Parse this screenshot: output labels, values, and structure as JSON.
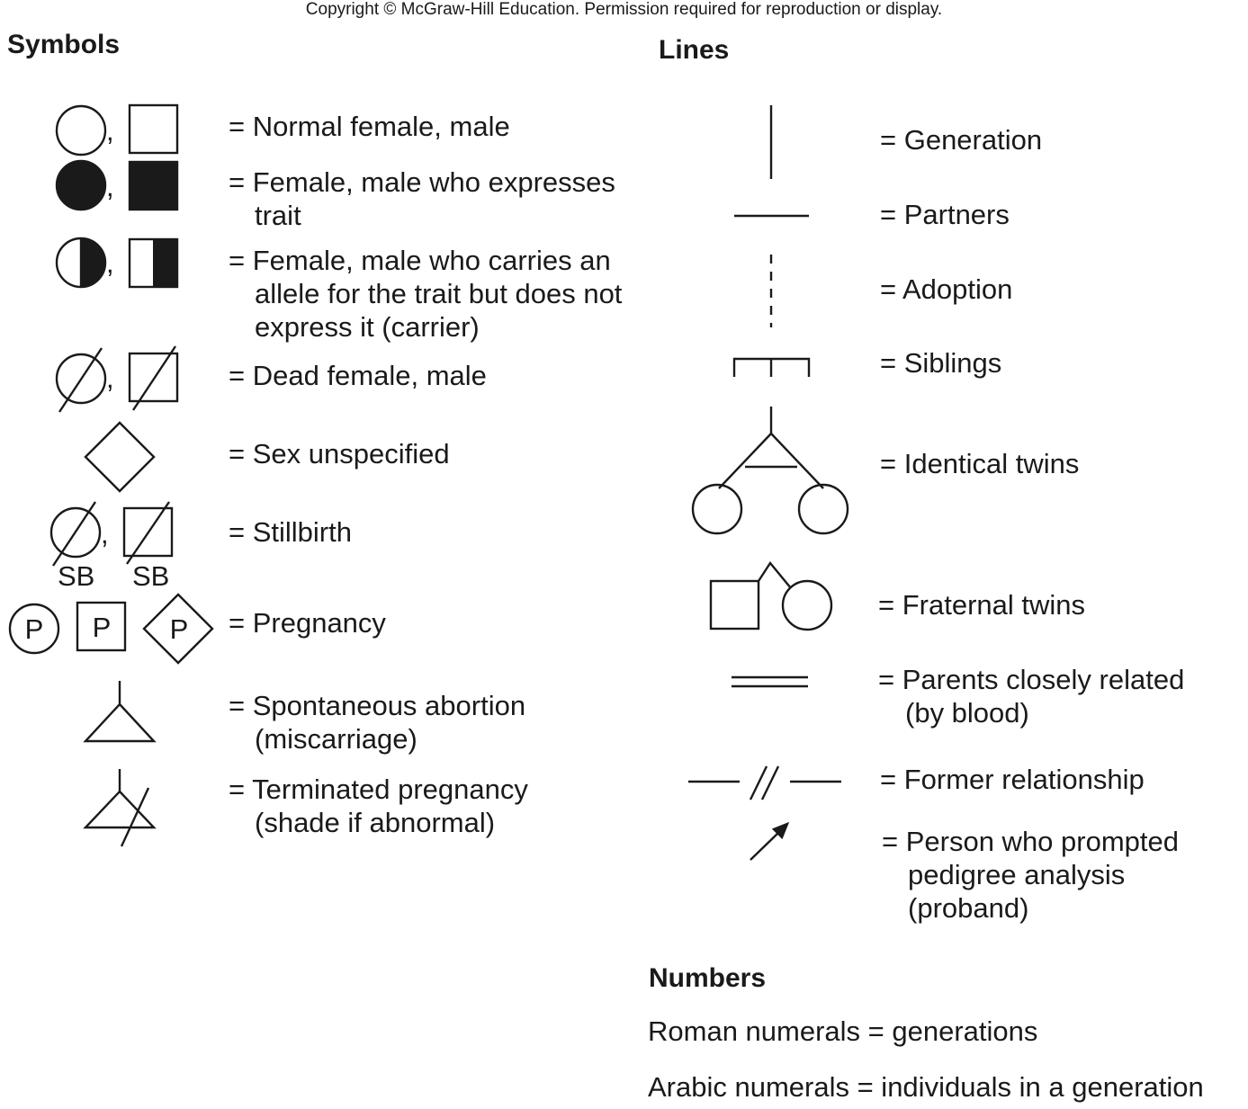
{
  "copyright": "Copyright © McGraw-Hill Education. Permission required for reproduction or display.",
  "symbols": {
    "heading": "Symbols",
    "items": [
      {
        "label_lines": [
          "= Normal female, male"
        ]
      },
      {
        "label_lines": [
          "= Female, male who expresses",
          "trait"
        ]
      },
      {
        "label_lines": [
          "= Female, male who carries an",
          "allele for the trait but does not",
          "express it (carrier)"
        ]
      },
      {
        "label_lines": [
          "= Dead female, male"
        ]
      },
      {
        "label_lines": [
          "= Sex unspecified"
        ]
      },
      {
        "label_lines": [
          "= Stillbirth"
        ]
      },
      {
        "label_lines": [
          "= Pregnancy"
        ]
      },
      {
        "label_lines": [
          "= Spontaneous abortion",
          "(miscarriage)"
        ]
      },
      {
        "label_lines": [
          "= Terminated pregnancy",
          "(shade if abnormal)"
        ]
      }
    ],
    "comma": ",",
    "stillbirth_tag": "SB",
    "pregnancy_tag": "P"
  },
  "lines": {
    "heading": "Lines",
    "items": [
      {
        "label_lines": [
          "= Generation"
        ]
      },
      {
        "label_lines": [
          "= Partners"
        ]
      },
      {
        "label_lines": [
          "= Adoption"
        ]
      },
      {
        "label_lines": [
          "= Siblings"
        ]
      },
      {
        "label_lines": [
          "= Identical twins"
        ]
      },
      {
        "label_lines": [
          "= Fraternal twins"
        ]
      },
      {
        "label_lines": [
          "= Parents closely related",
          "(by blood)"
        ]
      },
      {
        "label_lines": [
          "= Former relationship"
        ]
      },
      {
        "label_lines": [
          "= Person who prompted",
          "pedigree analysis",
          "(proband)"
        ]
      }
    ]
  },
  "numbers": {
    "heading": "Numbers",
    "lines": [
      "Roman numerals = generations",
      "Arabic numerals = individuals in a generation"
    ]
  },
  "colors": {
    "ink": "#1a1a1a",
    "background": "#ffffff"
  }
}
